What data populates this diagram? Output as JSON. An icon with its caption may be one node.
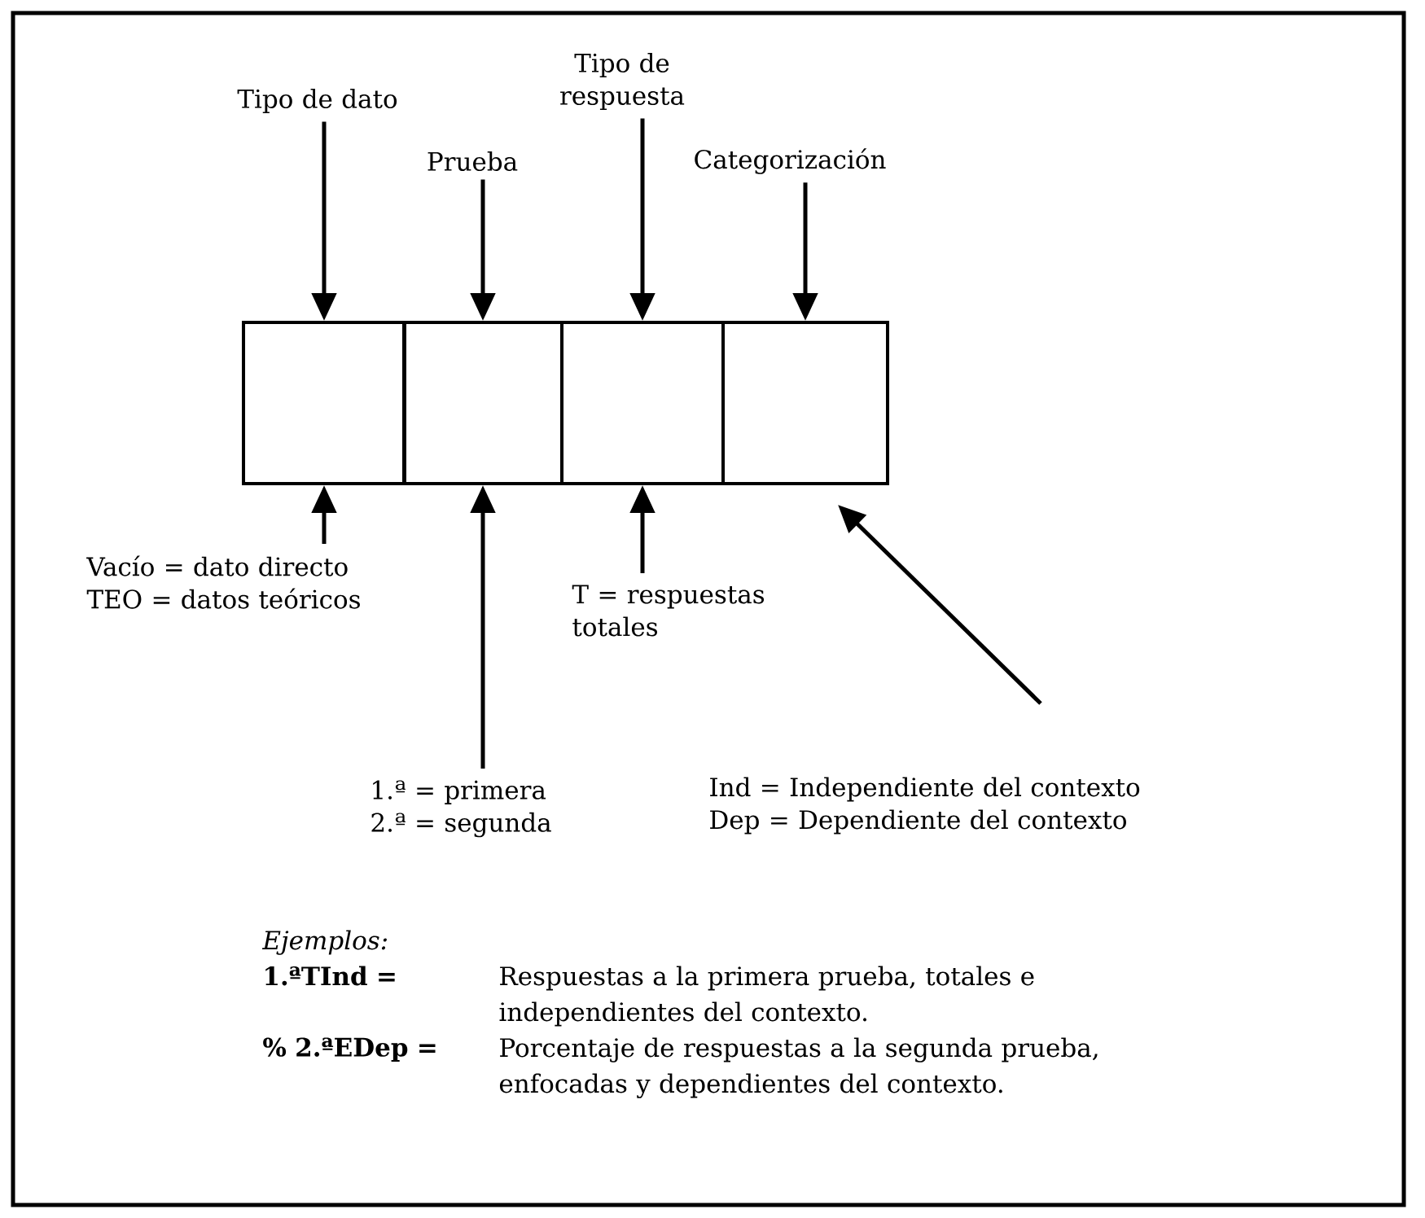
{
  "diagram": {
    "nodes": [
      {
        "text": [
          "Tipo de dato"
        ]
      },
      {
        "text": [
          "Prueba"
        ]
      },
      {
        "text": [
          "Tipo de respuesta"
        ]
      },
      {
        "text": [
          "Categorización"
        ]
      },
      {
        "text": [],
        "shape": "box"
      },
      {
        "text": [],
        "shape": "box"
      },
      {
        "text": [],
        "shape": "box"
      },
      {
        "text": [],
        "shape": "box"
      },
      {
        "text": [
          "Vacío = dato directo",
          "TEO = datos teóricos"
        ]
      },
      {
        "text": [
          "1.ª = primera",
          "2.ª = segunda"
        ]
      },
      {
        "text": [
          "T = respuestas totales"
        ]
      },
      {
        "text": [
          "Ind = Independiente del contexto",
          "Dep = Dependiente del contexto"
        ]
      }
    ],
    "edges": [
      {
        "from": 0,
        "to": 4,
        "arrow": "to"
      },
      {
        "from": 1,
        "to": 5,
        "arrow": "to"
      },
      {
        "from": 2,
        "to": 6,
        "arrow": "to"
      },
      {
        "from": 3,
        "to": 7,
        "arrow": "to"
      },
      {
        "from": 8,
        "to": 4,
        "arrow": "to"
      },
      {
        "from": 9,
        "to": 5,
        "arrow": "to"
      },
      {
        "from": 10,
        "to": 6,
        "arrow": "to"
      },
      {
        "from": 11,
        "to": 7,
        "arrow": "to"
      }
    ],
    "labels": [
      "Ejemplos:",
      "1.ªTInd =",
      "Respuestas a la primera prueba, totales e independientes del contexto.",
      "% 2.ªEDep =",
      "Porcentaje de respuestas a la segunda prueba, enfocadas y dependientes del contexto."
    ]
  }
}
